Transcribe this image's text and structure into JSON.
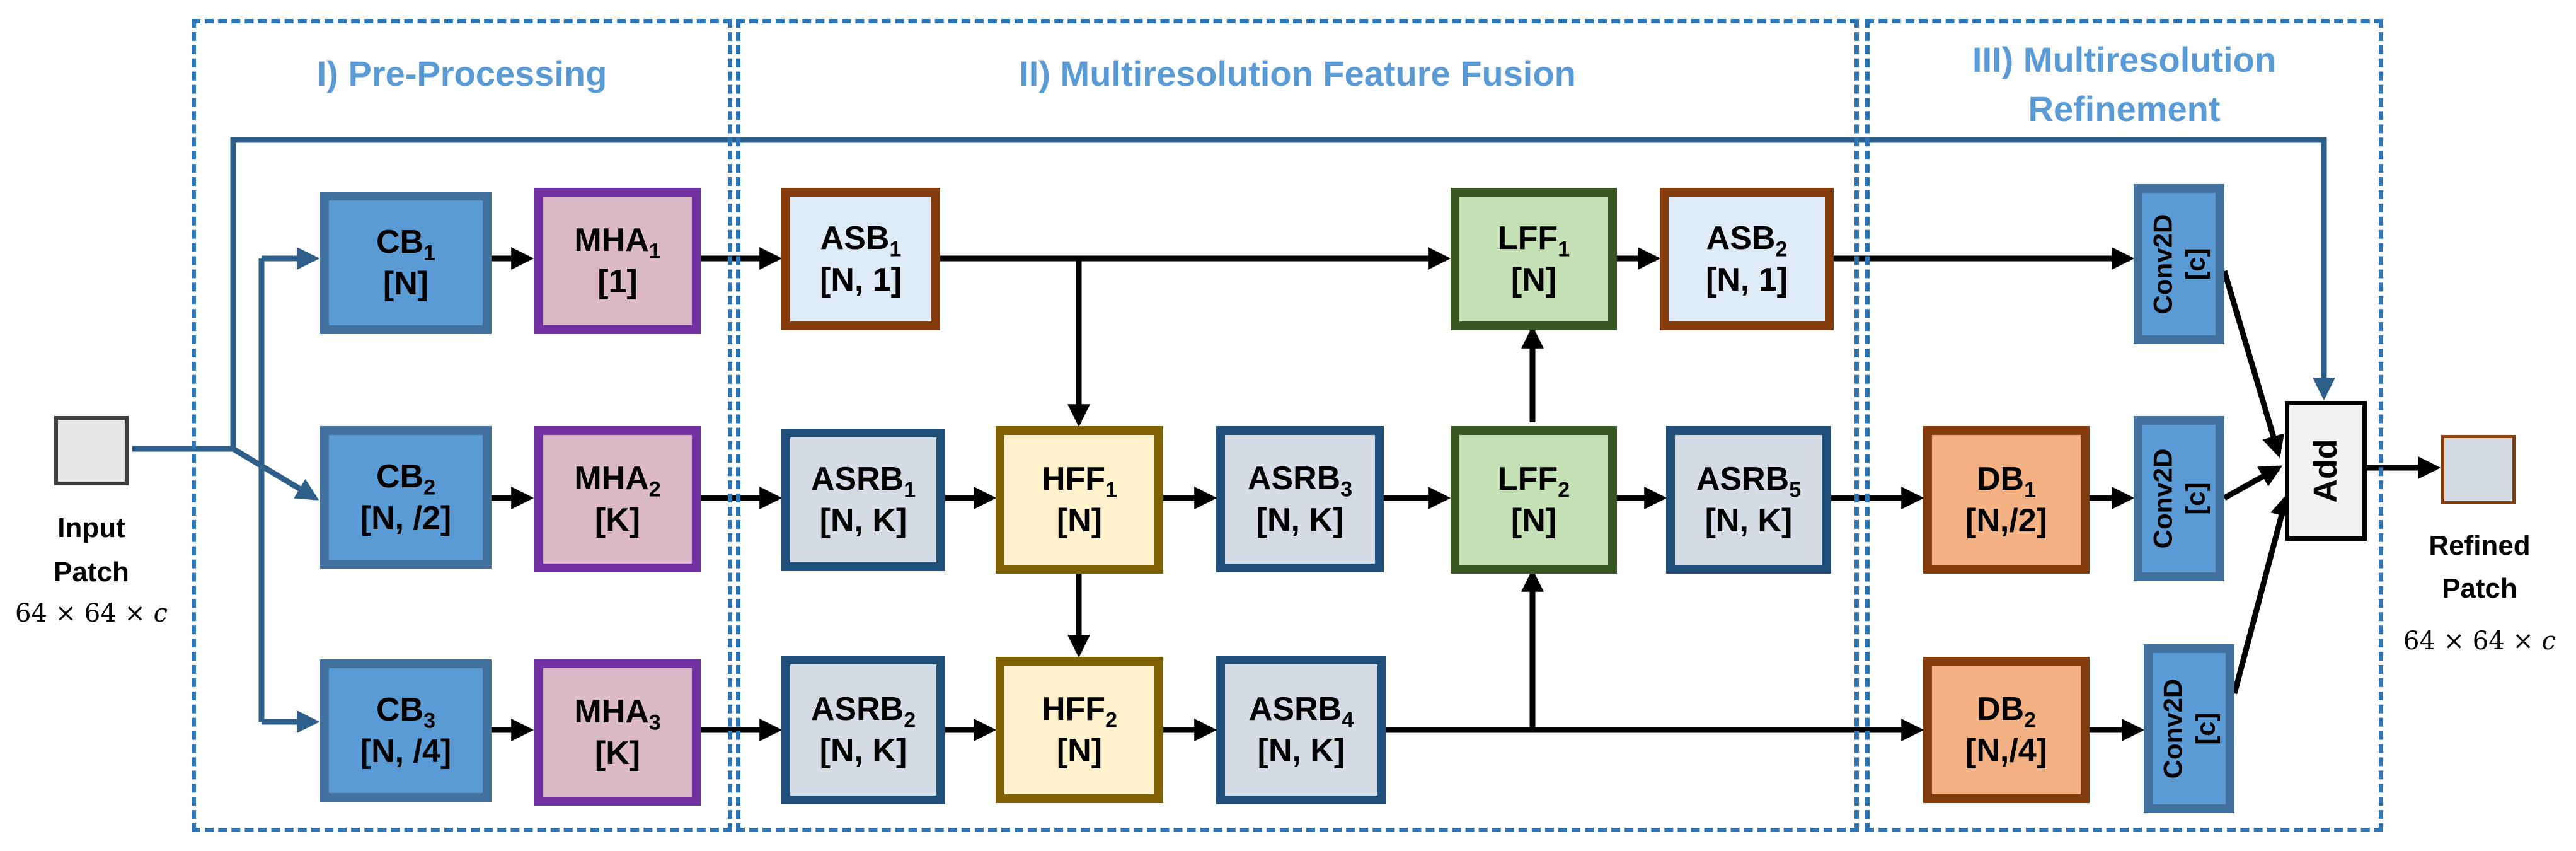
{
  "sections": [
    {
      "id": "pre",
      "title": "I) Pre-Processing"
    },
    {
      "id": "mff",
      "title": "II) Multiresolution Feature Fusion"
    },
    {
      "id": "mr",
      "title_line1": "III) Multiresolution",
      "title_line2": "Refinement"
    }
  ],
  "io": {
    "input_label_line1": "Input",
    "input_label_line2": "Patch",
    "input_dims": "64 × 64 × 𝑐",
    "output_label_line1": "Refined",
    "output_label_line2": "Patch",
    "output_dims": "64 × 64 × 𝑐"
  },
  "blocks": {
    "cb1": {
      "name": "CB",
      "sub": "1",
      "param": "[N]"
    },
    "cb2": {
      "name": "CB",
      "sub": "2",
      "param": "[N, /2]"
    },
    "cb3": {
      "name": "CB",
      "sub": "3",
      "param": "[N, /4]"
    },
    "mha1": {
      "name": "MHA",
      "sub": "1",
      "param": "[1]"
    },
    "mha2": {
      "name": "MHA",
      "sub": "2",
      "param": "[K]"
    },
    "mha3": {
      "name": "MHA",
      "sub": "3",
      "param": "[K]"
    },
    "asb1": {
      "name": "ASB",
      "sub": "1",
      "param": "[N, 1]"
    },
    "asb2": {
      "name": "ASB",
      "sub": "2",
      "param": "[N, 1]"
    },
    "asrb1": {
      "name": "ASRB",
      "sub": "1",
      "param": "[N, K]"
    },
    "asrb2": {
      "name": "ASRB",
      "sub": "2",
      "param": "[N, K]"
    },
    "asrb3": {
      "name": "ASRB",
      "sub": "3",
      "param": "[N, K]"
    },
    "asrb4": {
      "name": "ASRB",
      "sub": "4",
      "param": "[N, K]"
    },
    "asrb5": {
      "name": "ASRB",
      "sub": "5",
      "param": "[N, K]"
    },
    "hff1": {
      "name": "HFF",
      "sub": "1",
      "param": "[N]"
    },
    "hff2": {
      "name": "HFF",
      "sub": "2",
      "param": "[N]"
    },
    "lff1": {
      "name": "LFF",
      "sub": "1",
      "param": "[N]"
    },
    "lff2": {
      "name": "LFF",
      "sub": "2",
      "param": "[N]"
    },
    "db1": {
      "name": "DB",
      "sub": "1",
      "param": "[N,/2]"
    },
    "db2": {
      "name": "DB",
      "sub": "2",
      "param": "[N,/4]"
    },
    "conv1": {
      "name": "Conv2D",
      "param": "[c]"
    },
    "conv2": {
      "name": "Conv2D",
      "param": "[c]"
    },
    "conv3": {
      "name": "Conv2D",
      "param": "[c]"
    },
    "add": {
      "name": "Add"
    }
  },
  "colors": {
    "section_border": "#2e75b6",
    "section_title": "#5b9bd5",
    "wire_black": "#000000",
    "wire_blue": "#2e5f8a",
    "cb_fill": "#5b9bd5",
    "cb_border": "#41719c",
    "mha_fill": "#dbb9c6",
    "mha_border": "#7030a0",
    "asb_fill": "#deebf7",
    "asb_border": "#843c0c",
    "asrb_fill": "#d6dce5",
    "asrb_border": "#1f4e79",
    "hff_fill": "#fff2cc",
    "hff_border": "#7f6000",
    "lff_fill": "#c5e0b4",
    "lff_border": "#385723",
    "db_fill": "#f4b183",
    "db_border": "#843c0c",
    "add_fill": "#f2f2f2",
    "add_border": "#000000"
  }
}
